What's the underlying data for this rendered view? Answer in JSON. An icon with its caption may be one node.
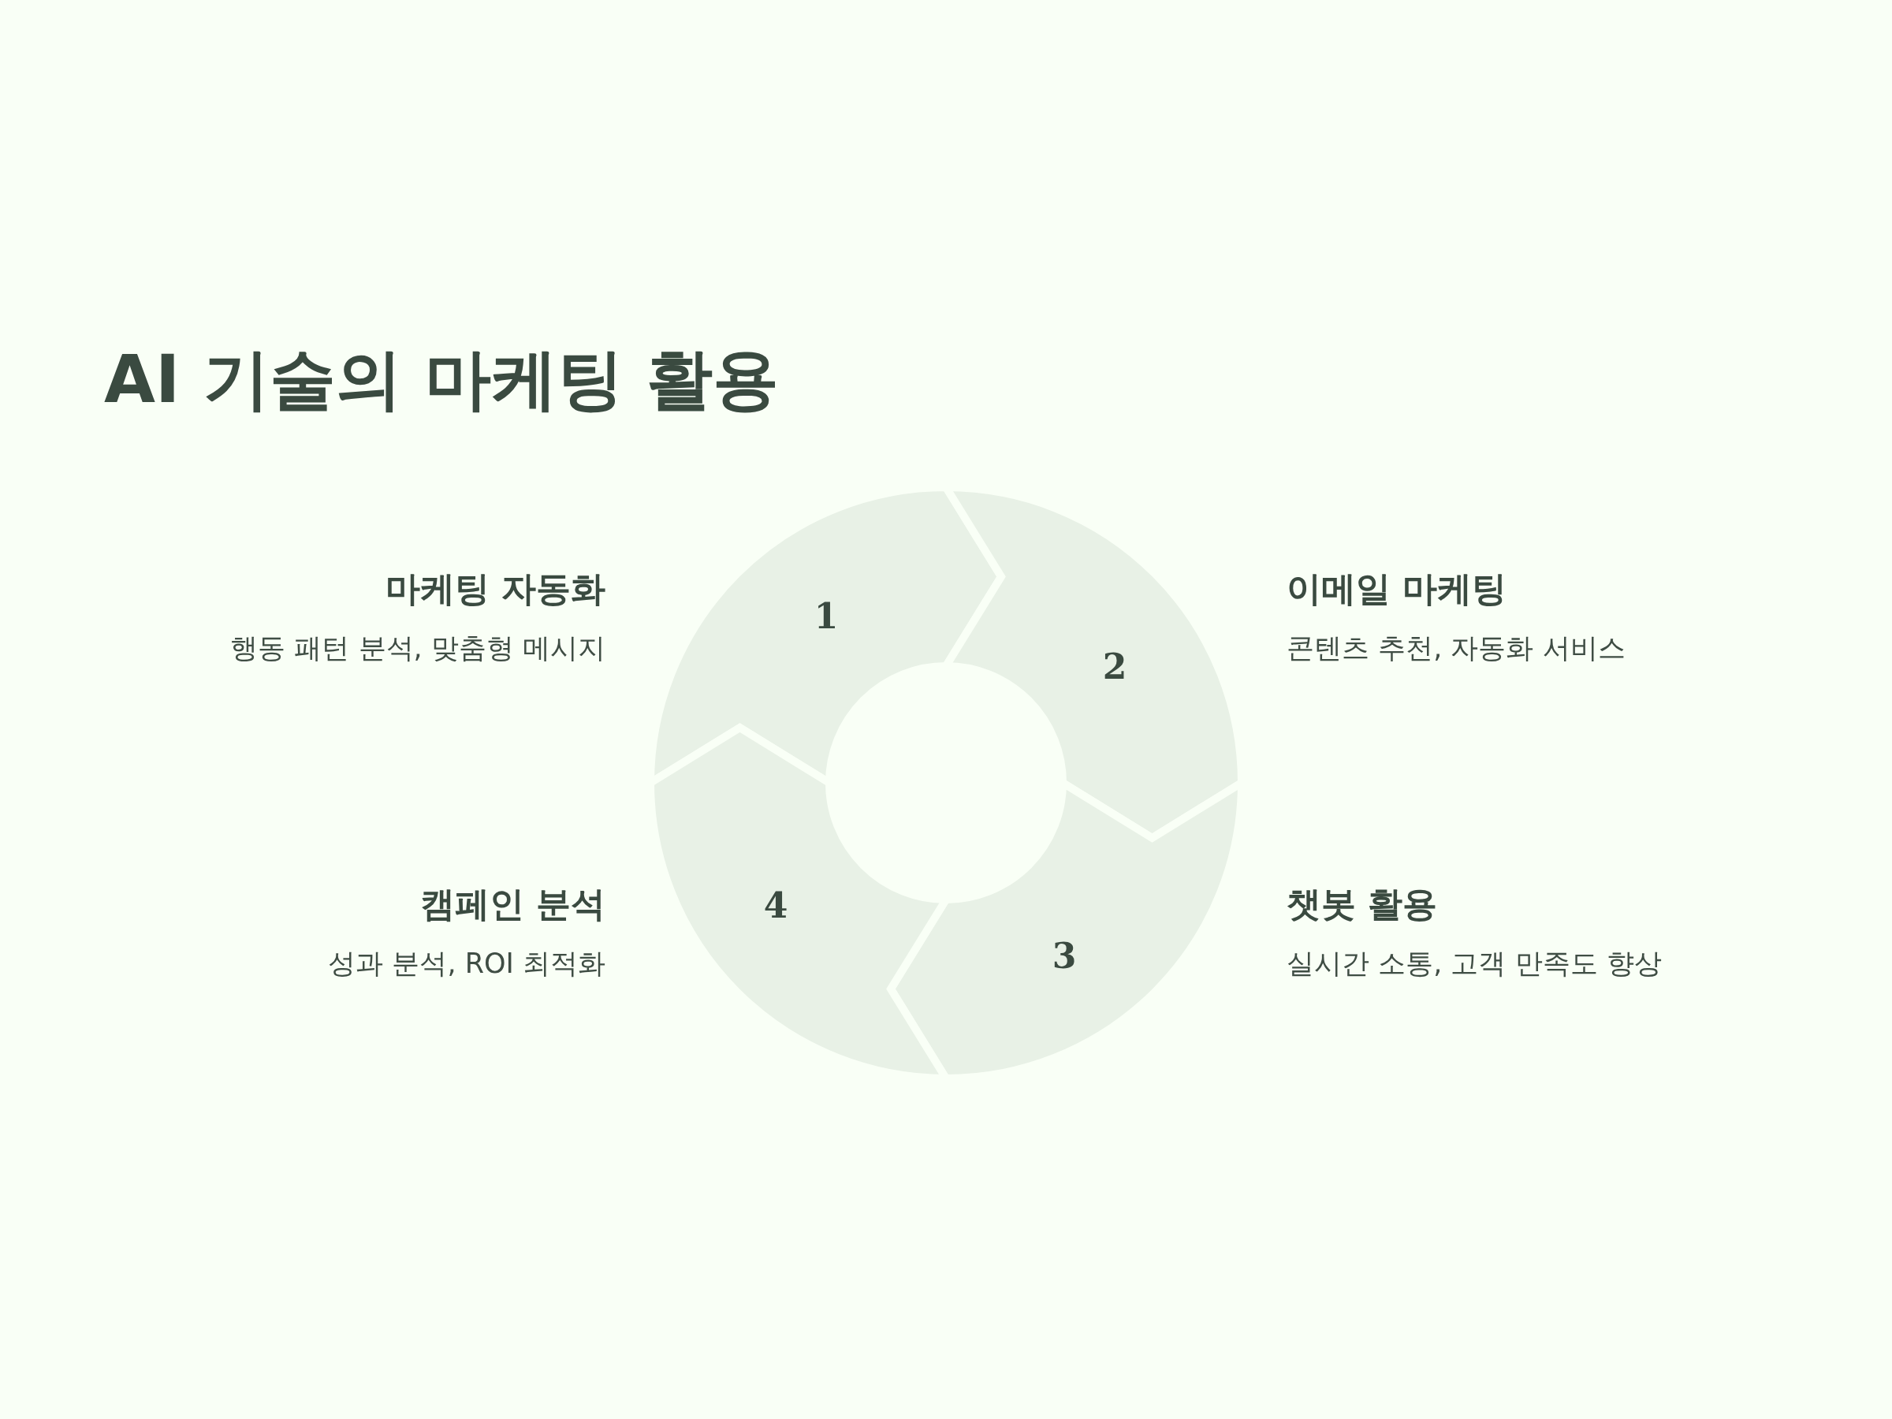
{
  "diagram": {
    "title": "AI 기술의 마케팅 활용",
    "nodes": [
      {
        "text": [
          "마케팅 자동화",
          "행동 패턴 분석, 맞춤형 메시지"
        ]
      },
      {
        "text": [
          "이메일 마케팅",
          "콘텐츠 추천, 자동화 서비스"
        ]
      },
      {
        "text": [
          "캠페인 분석",
          "성과 분석, ROI 최적화"
        ]
      },
      {
        "text": [
          "챗봇 활용",
          "실시간 소통, 고객 만족도 향상"
        ]
      },
      {
        "text": [
          "1"
        ]
      },
      {
        "text": [
          "2"
        ]
      },
      {
        "text": [
          "3"
        ]
      },
      {
        "text": [
          "4"
        ]
      }
    ]
  }
}
